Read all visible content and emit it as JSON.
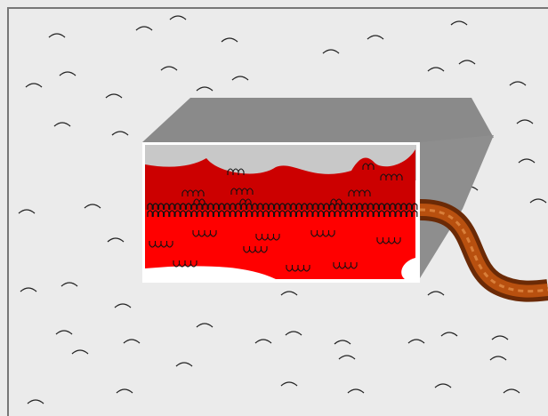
{
  "diagram": {
    "background_color": "#ebebeb",
    "frame_color": "#777777",
    "tissue_marks": "decorative-arcs",
    "block": {
      "top_face_color": "#8a8a8a",
      "side_face_color": "#8e8e8e",
      "front_face_color": "#ffffff",
      "upper_layer_color": "#cc0000",
      "lower_layer_color": "#ff0000",
      "gap_color": "#c8c8c8",
      "upper_cells_pattern": "mmm",
      "lower_cells_pattern": "uuu",
      "membrane_pattern": "double-coil"
    },
    "tube": {
      "outer_color": "#6b2a06",
      "inner_color": "#b8500f",
      "highlight_color": "#d97f3a"
    }
  }
}
